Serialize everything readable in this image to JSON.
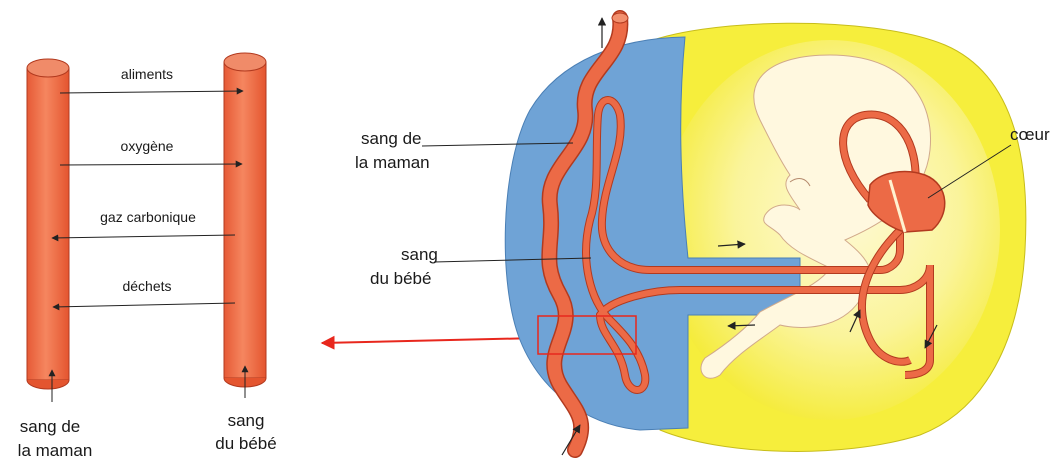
{
  "left_diagram": {
    "exchange_labels": {
      "aliments": "aliments",
      "oxygene": "oxygène",
      "gaz": "gaz carbonique",
      "dechets": "déchets"
    },
    "mother_blood": [
      "sang de",
      "la maman"
    ],
    "baby_blood": [
      "sang",
      "du bébé"
    ]
  },
  "right_diagram": {
    "mother_blood": [
      "sang de",
      "la maman"
    ],
    "baby_blood": [
      "sang",
      "du bébé"
    ],
    "heart": "cœur"
  },
  "colors": {
    "vessel": "#ec6a46",
    "vessel_outline": "#b23a1f",
    "placenta": "#6fa3d6",
    "amnion": "#f6ee3c",
    "highlight_box": "#e8271d"
  }
}
